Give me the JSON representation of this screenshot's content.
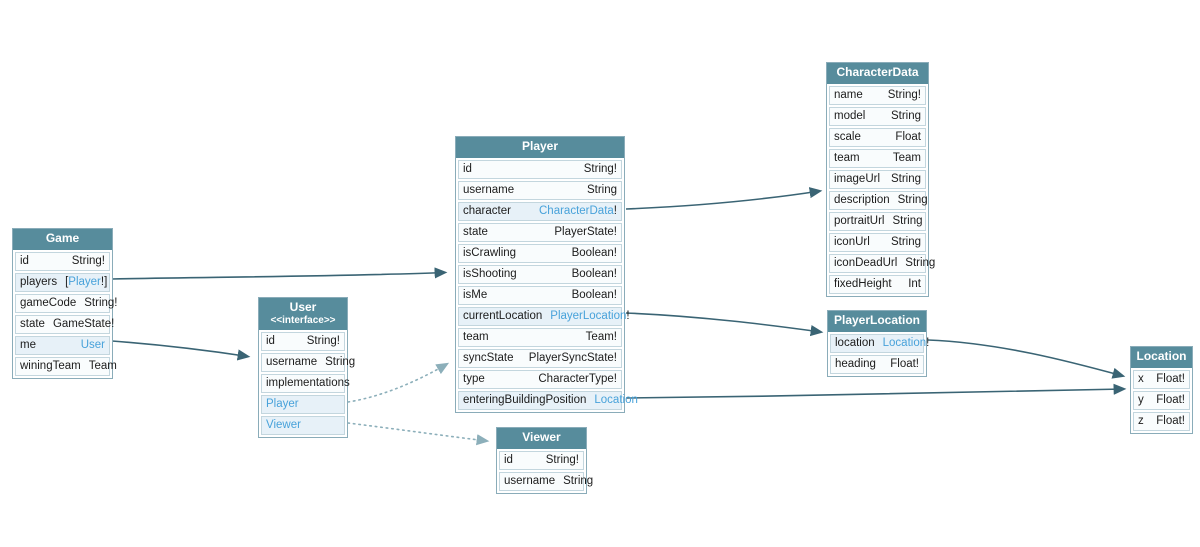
{
  "diagram": {
    "colors": {
      "header_bg": "#578c9c",
      "header_text": "#ffffff",
      "link_text": "#48a2da",
      "link_row_bg": "#e7f1f8",
      "row_bg": "#f9fcfd",
      "row_border": "#c3d6de",
      "edge_color": "#3a6474",
      "dotted_edge_color": "#8cafba"
    },
    "nodes": [
      {
        "id": "game",
        "title": "Game",
        "rows": [
          {
            "name": "id",
            "type": "String!"
          },
          {
            "name": "players",
            "pre": "[",
            "type": "Player",
            "suf": "!]",
            "link": true
          },
          {
            "name": "gameCode",
            "type": "String!"
          },
          {
            "name": "state",
            "type": "GameState!"
          },
          {
            "name": "me",
            "type": "User",
            "link": true
          },
          {
            "name": "winingTeam",
            "type": "Team"
          }
        ]
      },
      {
        "id": "user",
        "title": "User",
        "subtitle": "<<interface>>",
        "rows": [
          {
            "name": "id",
            "type": "String!"
          },
          {
            "name": "username",
            "type": "String"
          },
          {
            "name": "implementations",
            "section": true
          },
          {
            "name": "Player",
            "wide_link": true
          },
          {
            "name": "Viewer",
            "wide_link": true
          }
        ]
      },
      {
        "id": "player",
        "title": "Player",
        "rows": [
          {
            "name": "id",
            "type": "String!"
          },
          {
            "name": "username",
            "type": "String"
          },
          {
            "name": "character",
            "type": "CharacterData",
            "suf": "!",
            "link": true
          },
          {
            "name": "state",
            "type": "PlayerState!"
          },
          {
            "name": "isCrawling",
            "type": "Boolean!"
          },
          {
            "name": "isShooting",
            "type": "Boolean!"
          },
          {
            "name": "isMe",
            "type": "Boolean!"
          },
          {
            "name": "currentLocation",
            "type": "PlayerLocation",
            "suf": "!",
            "link": true
          },
          {
            "name": "team",
            "type": "Team!"
          },
          {
            "name": "syncState",
            "type": "PlayerSyncState!"
          },
          {
            "name": "type",
            "type": "CharacterType!"
          },
          {
            "name": "enteringBuildingPosition",
            "type": "Location",
            "link": true
          }
        ]
      },
      {
        "id": "characterdata",
        "title": "CharacterData",
        "rows": [
          {
            "name": "name",
            "type": "String!"
          },
          {
            "name": "model",
            "type": "String"
          },
          {
            "name": "scale",
            "type": "Float"
          },
          {
            "name": "team",
            "type": "Team"
          },
          {
            "name": "imageUrl",
            "type": "String"
          },
          {
            "name": "description",
            "type": "String"
          },
          {
            "name": "portraitUrl",
            "type": "String"
          },
          {
            "name": "iconUrl",
            "type": "String"
          },
          {
            "name": "iconDeadUrl",
            "type": "String"
          },
          {
            "name": "fixedHeight",
            "type": "Int"
          }
        ]
      },
      {
        "id": "playerlocation",
        "title": "PlayerLocation",
        "rows": [
          {
            "name": "location",
            "type": "Location",
            "suf": "!",
            "link": true
          },
          {
            "name": "heading",
            "type": "Float!"
          }
        ]
      },
      {
        "id": "location",
        "title": "Location",
        "rows": [
          {
            "name": "x",
            "type": "Float!"
          },
          {
            "name": "y",
            "type": "Float!"
          },
          {
            "name": "z",
            "type": "Float!"
          }
        ]
      },
      {
        "id": "viewer",
        "title": "Viewer",
        "rows": [
          {
            "name": "id",
            "type": "String!"
          },
          {
            "name": "username",
            "type": "String"
          }
        ]
      }
    ],
    "edges": [
      {
        "id": "edge-game-players-to-player",
        "from": "Game.players",
        "to": "Player",
        "style": "solid"
      },
      {
        "id": "edge-game-me-to-user",
        "from": "Game.me",
        "to": "User",
        "style": "solid"
      },
      {
        "id": "edge-user-player-to-player",
        "from": "User.Player",
        "to": "Player",
        "style": "dotted"
      },
      {
        "id": "edge-user-viewer-to-viewer",
        "from": "User.Viewer",
        "to": "Viewer",
        "style": "dotted"
      },
      {
        "id": "edge-player-character-to-characterdata",
        "from": "Player.character",
        "to": "CharacterData",
        "style": "solid"
      },
      {
        "id": "edge-player-currentlocation-to-playerlocation",
        "from": "Player.currentLocation",
        "to": "PlayerLocation",
        "style": "solid"
      },
      {
        "id": "edge-player-enteringbuildingposition-to-location",
        "from": "Player.enteringBuildingPosition",
        "to": "Location",
        "style": "solid"
      },
      {
        "id": "edge-playerlocation-location-to-location",
        "from": "PlayerLocation.location",
        "to": "Location",
        "style": "solid"
      }
    ]
  }
}
